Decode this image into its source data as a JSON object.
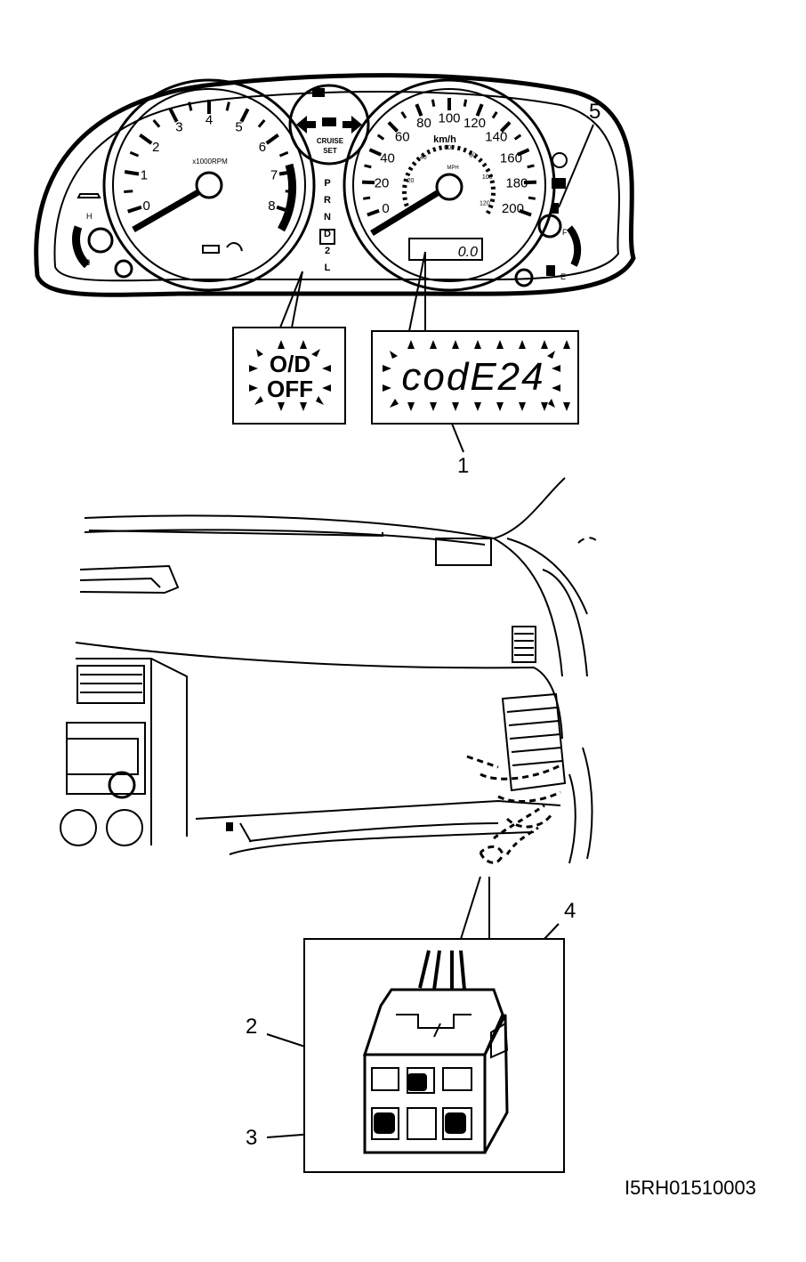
{
  "tachometer": {
    "ticks": [
      "0",
      "1",
      "2",
      "3",
      "4",
      "5",
      "6",
      "7",
      "8"
    ],
    "unit": "x1000RPM"
  },
  "speedometer": {
    "ticks": [
      "0",
      "20",
      "40",
      "60",
      "80",
      "100",
      "120",
      "140",
      "160",
      "180",
      "200"
    ],
    "unit": "km/h",
    "inner_ticks": [
      "0",
      "20",
      "40",
      "60",
      "80",
      "100",
      "120"
    ],
    "inner_unit": "MPH",
    "odometer": "0.0"
  },
  "gear_indicator": [
    "P",
    "R",
    "N",
    "D",
    "2",
    "L"
  ],
  "cruise": {
    "label_line1": "CRUISE",
    "label_line2": "SET"
  },
  "callout_od": {
    "line1": "O/D",
    "line2": "OFF"
  },
  "callout_code": {
    "text": "codE24"
  },
  "temp_gauge": {
    "hot": "H",
    "cold": "C"
  },
  "fuel_gauge": {
    "full": "F",
    "empty": "E"
  },
  "labels": {
    "l1": "1",
    "l2": "2",
    "l3": "3",
    "l4": "4",
    "l5": "5"
  },
  "figure_code": "I5RH01510003"
}
